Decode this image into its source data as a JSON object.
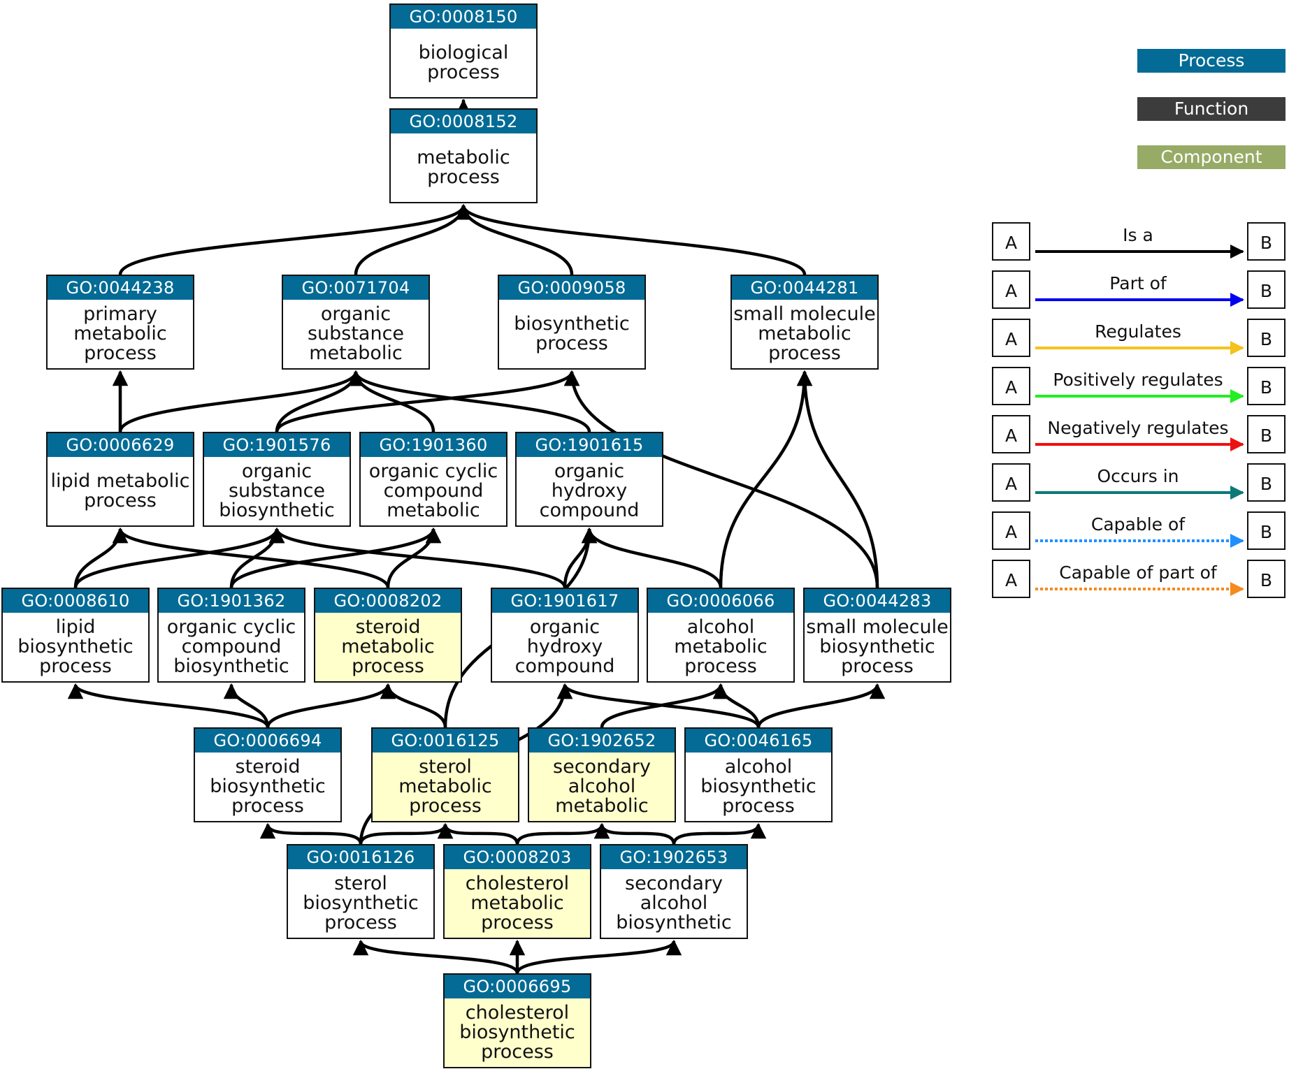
{
  "nodes": [
    {
      "key": "n8150",
      "id": "GO:0008150",
      "label": "biological\nprocess",
      "highlight": false
    },
    {
      "key": "n8152",
      "id": "GO:0008152",
      "label": "metabolic\nprocess",
      "highlight": false
    },
    {
      "key": "n44238",
      "id": "GO:0044238",
      "label": "primary\nmetabolic\nprocess",
      "highlight": false
    },
    {
      "key": "n71704",
      "id": "GO:0071704",
      "label": "organic\nsubstance\nmetabolic",
      "highlight": false
    },
    {
      "key": "n9058",
      "id": "GO:0009058",
      "label": "biosynthetic\nprocess",
      "highlight": false
    },
    {
      "key": "n44281",
      "id": "GO:0044281",
      "label": "small molecule\nmetabolic\nprocess",
      "highlight": false
    },
    {
      "key": "n6629",
      "id": "GO:0006629",
      "label": "lipid metabolic\nprocess",
      "highlight": false
    },
    {
      "key": "n1901576",
      "id": "GO:1901576",
      "label": "organic\nsubstance\nbiosynthetic",
      "highlight": false
    },
    {
      "key": "n1901360",
      "id": "GO:1901360",
      "label": "organic cyclic\ncompound\nmetabolic",
      "highlight": false
    },
    {
      "key": "n1901615",
      "id": "GO:1901615",
      "label": "organic\nhydroxy\ncompound",
      "highlight": false
    },
    {
      "key": "n8610",
      "id": "GO:0008610",
      "label": "lipid\nbiosynthetic\nprocess",
      "highlight": false
    },
    {
      "key": "n1901362",
      "id": "GO:1901362",
      "label": "organic cyclic\ncompound\nbiosynthetic",
      "highlight": false
    },
    {
      "key": "n8202",
      "id": "GO:0008202",
      "label": "steroid\nmetabolic\nprocess",
      "highlight": true
    },
    {
      "key": "n1901617",
      "id": "GO:1901617",
      "label": "organic\nhydroxy\ncompound",
      "highlight": false
    },
    {
      "key": "n6066",
      "id": "GO:0006066",
      "label": "alcohol\nmetabolic\nprocess",
      "highlight": false
    },
    {
      "key": "n44283",
      "id": "GO:0044283",
      "label": "small molecule\nbiosynthetic\nprocess",
      "highlight": false
    },
    {
      "key": "n6694",
      "id": "GO:0006694",
      "label": "steroid\nbiosynthetic\nprocess",
      "highlight": false
    },
    {
      "key": "n16125",
      "id": "GO:0016125",
      "label": "sterol\nmetabolic\nprocess",
      "highlight": true
    },
    {
      "key": "n1902652",
      "id": "GO:1902652",
      "label": "secondary\nalcohol\nmetabolic",
      "highlight": true
    },
    {
      "key": "n46165",
      "id": "GO:0046165",
      "label": "alcohol\nbiosynthetic\nprocess",
      "highlight": false
    },
    {
      "key": "n16126",
      "id": "GO:0016126",
      "label": "sterol\nbiosynthetic\nprocess",
      "highlight": false
    },
    {
      "key": "n8203",
      "id": "GO:0008203",
      "label": "cholesterol\nmetabolic\nprocess",
      "highlight": true
    },
    {
      "key": "n1902653",
      "id": "GO:1902653",
      "label": "secondary\nalcohol\nbiosynthetic",
      "highlight": false
    },
    {
      "key": "n6695",
      "id": "GO:0006695",
      "label": "cholesterol\nbiosynthetic\nprocess",
      "highlight": true
    }
  ],
  "edges": [
    {
      "from": "n8152",
      "to": "n8150",
      "type": "is_a"
    },
    {
      "from": "n44238",
      "to": "n8152",
      "type": "is_a"
    },
    {
      "from": "n71704",
      "to": "n8152",
      "type": "is_a"
    },
    {
      "from": "n9058",
      "to": "n8152",
      "type": "is_a"
    },
    {
      "from": "n44281",
      "to": "n8152",
      "type": "is_a"
    },
    {
      "from": "n6629",
      "to": "n44238",
      "type": "is_a"
    },
    {
      "from": "n6629",
      "to": "n71704",
      "type": "is_a"
    },
    {
      "from": "n1901576",
      "to": "n71704",
      "type": "is_a"
    },
    {
      "from": "n1901576",
      "to": "n9058",
      "type": "is_a"
    },
    {
      "from": "n1901360",
      "to": "n71704",
      "type": "is_a"
    },
    {
      "from": "n1901615",
      "to": "n71704",
      "type": "is_a"
    },
    {
      "from": "n8610",
      "to": "n6629",
      "type": "is_a"
    },
    {
      "from": "n8610",
      "to": "n1901576",
      "type": "is_a"
    },
    {
      "from": "n1901362",
      "to": "n1901576",
      "type": "is_a"
    },
    {
      "from": "n1901362",
      "to": "n1901360",
      "type": "is_a"
    },
    {
      "from": "n8202",
      "to": "n6629",
      "type": "is_a"
    },
    {
      "from": "n8202",
      "to": "n1901360",
      "type": "is_a"
    },
    {
      "from": "n1901617",
      "to": "n1901576",
      "type": "is_a"
    },
    {
      "from": "n1901617",
      "to": "n1901615",
      "type": "is_a"
    },
    {
      "from": "n6066",
      "to": "n1901615",
      "type": "is_a"
    },
    {
      "from": "n6066",
      "to": "n44281",
      "type": "is_a"
    },
    {
      "from": "n44283",
      "to": "n9058",
      "type": "is_a"
    },
    {
      "from": "n44283",
      "to": "n44281",
      "type": "is_a"
    },
    {
      "from": "n6694",
      "to": "n8610",
      "type": "is_a"
    },
    {
      "from": "n6694",
      "to": "n1901362",
      "type": "is_a"
    },
    {
      "from": "n6694",
      "to": "n8202",
      "type": "is_a"
    },
    {
      "from": "n16125",
      "to": "n8202",
      "type": "is_a"
    },
    {
      "from": "n16125",
      "to": "n1901615",
      "type": "is_a"
    },
    {
      "from": "n1902652",
      "to": "n6066",
      "type": "is_a"
    },
    {
      "from": "n46165",
      "to": "n1901617",
      "type": "is_a"
    },
    {
      "from": "n46165",
      "to": "n6066",
      "type": "is_a"
    },
    {
      "from": "n46165",
      "to": "n44283",
      "type": "is_a"
    },
    {
      "from": "n16126",
      "to": "n6694",
      "type": "is_a"
    },
    {
      "from": "n16126",
      "to": "n16125",
      "type": "is_a"
    },
    {
      "from": "n16126",
      "to": "n1901617",
      "type": "is_a"
    },
    {
      "from": "n8203",
      "to": "n16125",
      "type": "is_a"
    },
    {
      "from": "n8203",
      "to": "n1902652",
      "type": "is_a"
    },
    {
      "from": "n1902653",
      "to": "n1902652",
      "type": "is_a"
    },
    {
      "from": "n1902653",
      "to": "n46165",
      "type": "is_a"
    },
    {
      "from": "n6695",
      "to": "n16126",
      "type": "is_a"
    },
    {
      "from": "n6695",
      "to": "n8203",
      "type": "is_a"
    },
    {
      "from": "n6695",
      "to": "n1902653",
      "type": "is_a"
    }
  ],
  "legend": {
    "categories": [
      {
        "label": "Process",
        "color": "#036b95"
      },
      {
        "label": "Function",
        "color": "#3c3c3c"
      },
      {
        "label": "Component",
        "color": "#97ab66"
      }
    ],
    "relations": [
      {
        "label": "Is a",
        "color": "#000000",
        "dashed": false,
        "a": "A",
        "b": "B"
      },
      {
        "label": "Part of",
        "color": "#0000ee",
        "dashed": false,
        "a": "A",
        "b": "B"
      },
      {
        "label": "Regulates",
        "color": "#f5c21b",
        "dashed": false,
        "a": "A",
        "b": "B"
      },
      {
        "label": "Positively regulates",
        "color": "#22ee22",
        "dashed": false,
        "a": "A",
        "b": "B"
      },
      {
        "label": "Negatively regulates",
        "color": "#ee1111",
        "dashed": false,
        "a": "A",
        "b": "B"
      },
      {
        "label": "Occurs in",
        "color": "#0b7a77",
        "dashed": false,
        "a": "A",
        "b": "B"
      },
      {
        "label": "Capable of",
        "color": "#1e90ff",
        "dashed": true,
        "a": "A",
        "b": "B"
      },
      {
        "label": "Capable of part of",
        "color": "#f58a1f",
        "dashed": true,
        "a": "A",
        "b": "B"
      }
    ]
  }
}
